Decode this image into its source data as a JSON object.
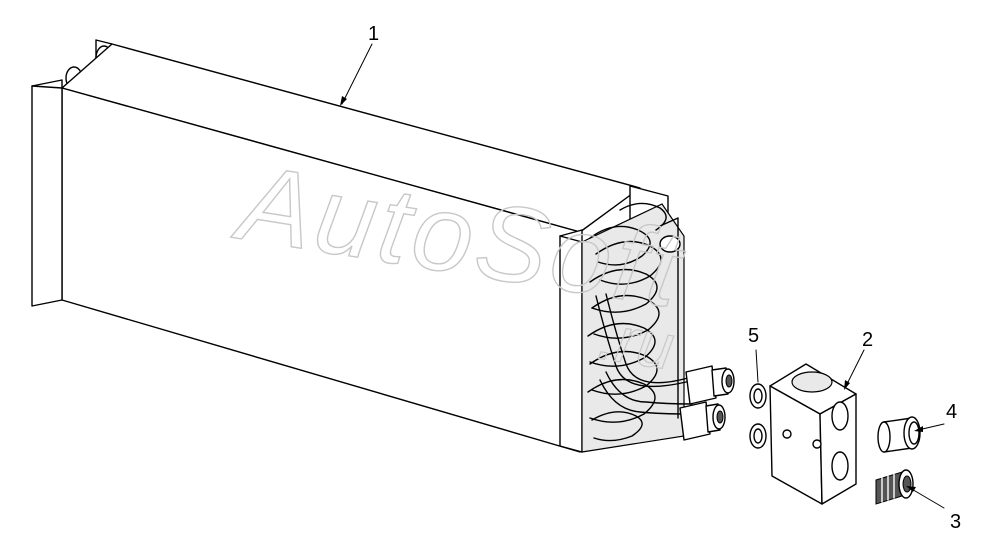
{
  "diagram": {
    "callouts": [
      {
        "id": "1",
        "label": "1"
      },
      {
        "id": "2",
        "label": "2"
      },
      {
        "id": "3",
        "label": "3"
      },
      {
        "id": "4",
        "label": "4"
      },
      {
        "id": "5",
        "label": "5"
      }
    ],
    "watermark": {
      "main": "AutoSoft",
      "suffix": ".ru"
    }
  }
}
